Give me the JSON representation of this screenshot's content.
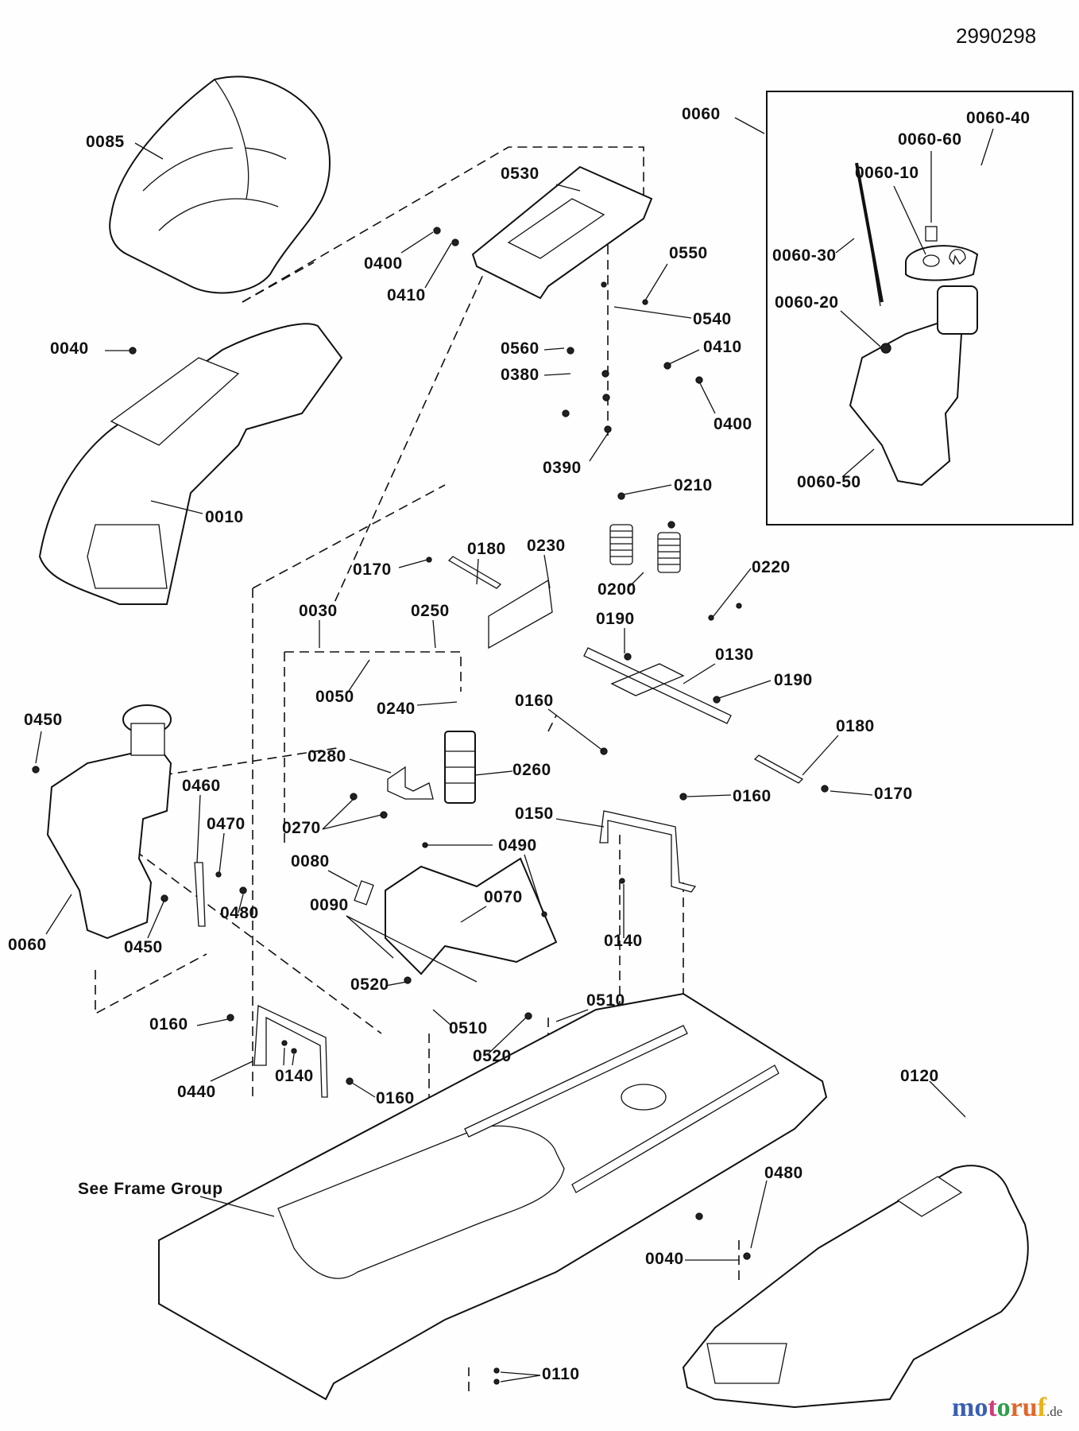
{
  "document": {
    "number": "2990298",
    "watermark": {
      "letters": [
        "m",
        "o",
        "t",
        "o",
        "r",
        "u",
        "f"
      ],
      "letter_colors": [
        "#3a5fb0",
        "#3a5fb0",
        "#d23b7a",
        "#2e9e4a",
        "#e0672b",
        "#e0672b",
        "#e8b21a"
      ],
      "tld": ".de"
    },
    "inset_title": "0060"
  },
  "callouts": [
    {
      "id": "0085",
      "label": "0085"
    },
    {
      "id": "0530",
      "label": "0530"
    },
    {
      "id": "0060",
      "label": "0060"
    },
    {
      "id": "0060-40",
      "label": "0060-40"
    },
    {
      "id": "0060-60",
      "label": "0060-60"
    },
    {
      "id": "0060-10",
      "label": "0060-10"
    },
    {
      "id": "0060-30",
      "label": "0060-30"
    },
    {
      "id": "0060-20",
      "label": "0060-20"
    },
    {
      "id": "0060-50",
      "label": "0060-50"
    },
    {
      "id": "0400a",
      "label": "0400"
    },
    {
      "id": "0410a",
      "label": "0410"
    },
    {
      "id": "0550",
      "label": "0550"
    },
    {
      "id": "0540",
      "label": "0540"
    },
    {
      "id": "0410b",
      "label": "0410"
    },
    {
      "id": "0400b",
      "label": "0400"
    },
    {
      "id": "0560",
      "label": "0560"
    },
    {
      "id": "0380",
      "label": "0380"
    },
    {
      "id": "0390",
      "label": "0390"
    },
    {
      "id": "0040a",
      "label": "0040"
    },
    {
      "id": "0010",
      "label": "0010"
    },
    {
      "id": "0210",
      "label": "0210"
    },
    {
      "id": "0180a",
      "label": "0180"
    },
    {
      "id": "0230",
      "label": "0230"
    },
    {
      "id": "0170a",
      "label": "0170"
    },
    {
      "id": "0200",
      "label": "0200"
    },
    {
      "id": "0220",
      "label": "0220"
    },
    {
      "id": "0190a",
      "label": "0190"
    },
    {
      "id": "0130",
      "label": "0130"
    },
    {
      "id": "0190b",
      "label": "0190"
    },
    {
      "id": "0030",
      "label": "0030"
    },
    {
      "id": "0250",
      "label": "0250"
    },
    {
      "id": "0050",
      "label": "0050"
    },
    {
      "id": "0240",
      "label": "0240"
    },
    {
      "id": "0160a",
      "label": "0160"
    },
    {
      "id": "0180b",
      "label": "0180"
    },
    {
      "id": "0450a",
      "label": "0450"
    },
    {
      "id": "0280",
      "label": "0280"
    },
    {
      "id": "0260",
      "label": "0260"
    },
    {
      "id": "0170b",
      "label": "0170"
    },
    {
      "id": "0460",
      "label": "0460"
    },
    {
      "id": "0160b",
      "label": "0160"
    },
    {
      "id": "0270",
      "label": "0270"
    },
    {
      "id": "0470",
      "label": "0470"
    },
    {
      "id": "0150",
      "label": "0150"
    },
    {
      "id": "0080",
      "label": "0080"
    },
    {
      "id": "0490",
      "label": "0490"
    },
    {
      "id": "0090",
      "label": "0090"
    },
    {
      "id": "0070",
      "label": "0070"
    },
    {
      "id": "0480a",
      "label": "0480"
    },
    {
      "id": "0060b",
      "label": "0060"
    },
    {
      "id": "0450b",
      "label": "0450"
    },
    {
      "id": "0140a",
      "label": "0140"
    },
    {
      "id": "0520a",
      "label": "0520"
    },
    {
      "id": "0510a",
      "label": "0510"
    },
    {
      "id": "0510b",
      "label": "0510"
    },
    {
      "id": "0160c",
      "label": "0160"
    },
    {
      "id": "0520b",
      "label": "0520"
    },
    {
      "id": "0140b",
      "label": "0140"
    },
    {
      "id": "0440",
      "label": "0440"
    },
    {
      "id": "0160d",
      "label": "0160"
    },
    {
      "id": "0120",
      "label": "0120"
    },
    {
      "id": "frame",
      "label": "See Frame Group"
    },
    {
      "id": "0480b",
      "label": "0480"
    },
    {
      "id": "0040b",
      "label": "0040"
    },
    {
      "id": "0110",
      "label": "0110"
    }
  ]
}
